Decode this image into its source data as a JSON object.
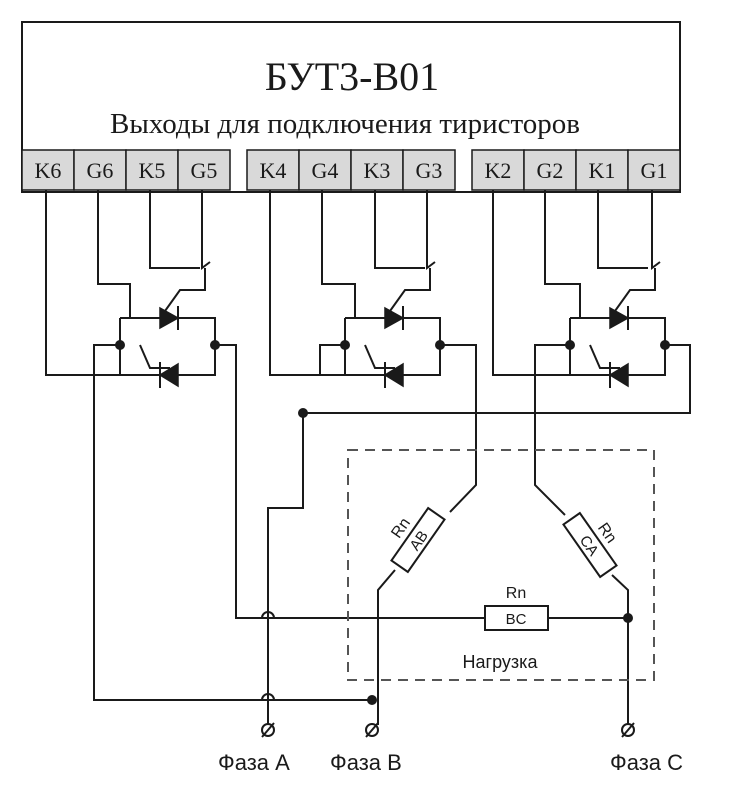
{
  "unit": {
    "title": "БУТ3-В01",
    "subtitle": "Выходы для подключения тиристоров",
    "terminal_color": "#d9d9d9",
    "terminals": [
      "K6",
      "G6",
      "K5",
      "G5",
      "K4",
      "G4",
      "K3",
      "G3",
      "K2",
      "G2",
      "K1",
      "G1"
    ]
  },
  "load": {
    "label": "Нагрузка",
    "resistors": [
      {
        "name": "Rn",
        "sub": "AB"
      },
      {
        "name": "Rn",
        "sub": "BC"
      },
      {
        "name": "Rn",
        "sub": "CA"
      }
    ]
  },
  "phases": [
    "Фаза А",
    "Фаза В",
    "Фаза С"
  ]
}
